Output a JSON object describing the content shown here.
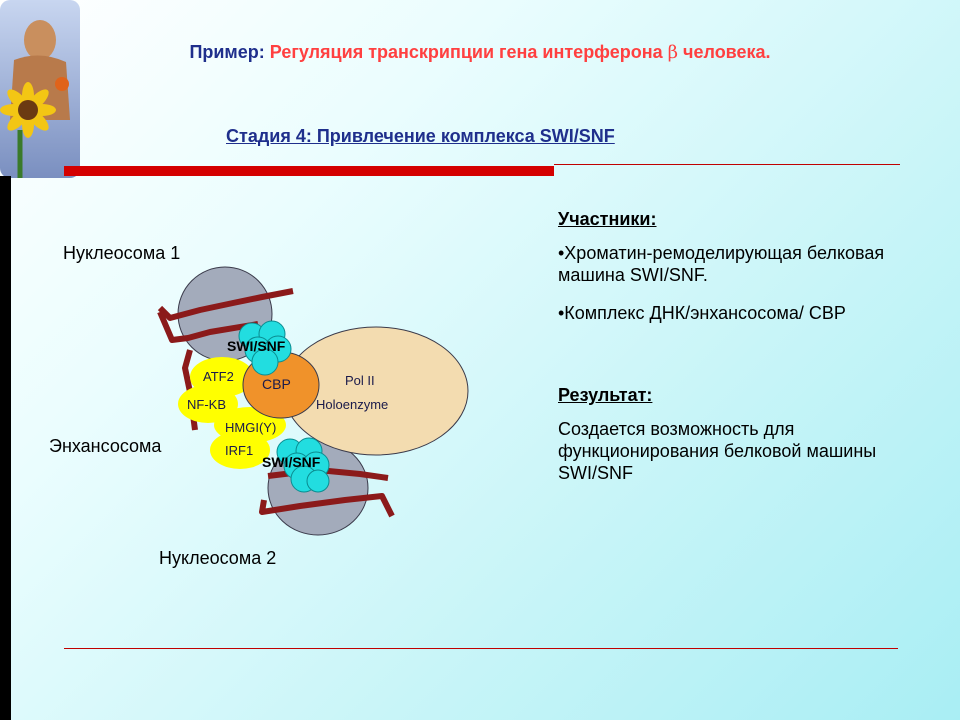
{
  "title": {
    "prefix": "Пример:",
    "main": "Регуляция транскрипции гена интерферона",
    "beta": "β",
    "suffix": "человека."
  },
  "stage_title": "Стадия 4: Привлечение комплекса SWI/SNF",
  "diagram": {
    "nucleosome1": "Нуклеосома 1",
    "nucleosome2": "Нуклеосома 2",
    "enhanceosome": "Энхансосома",
    "swi_snf_top": "SWI/SNF",
    "swi_snf_bottom": "SWI/SNF",
    "cbp": "CBP",
    "pol2_line1": "Pol II",
    "pol2_line2": "Holoenzyme",
    "atf2": "ATF2",
    "nfkb": "NF-KB",
    "hmgi": "HMGI(Y)",
    "irf1": "IRF1"
  },
  "panel": {
    "participants_heading": "Участники:",
    "participant_1": "•Хроматин-ремоделирующая белковая машина SWI/SNF.",
    "participant_2": "•Комплекс ДНК/энхансосома/ CBP",
    "result_heading": "Результат:",
    "result_text": "Создается возможность для функционирования белковой машины SWI/SNF"
  },
  "colors": {
    "dna": "#8b1a1a",
    "nucleosome": "#a3abbb",
    "pol2": "#f3dcb0",
    "cbp": "#f0922a",
    "enhanceosome": "#ffff00",
    "swi_snf": "#22dde0"
  }
}
